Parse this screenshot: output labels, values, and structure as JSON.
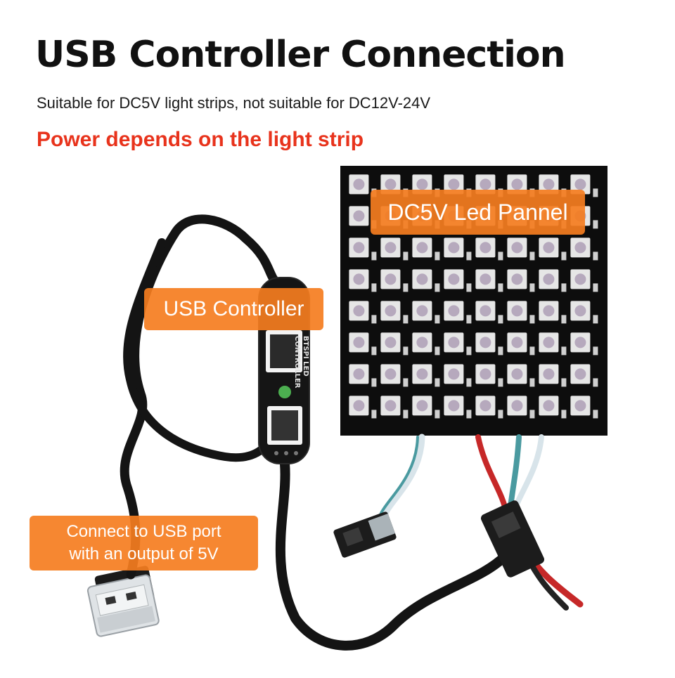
{
  "header": {
    "title": "USB Controller Connection",
    "subtitle": "Suitable for DC5V light strips, not suitable for DC12V-24V",
    "highlight": "Power depends on the light strip"
  },
  "labels": {
    "panel": "DC5V Led Pannel",
    "controller": "USB Controller",
    "usb_line1": "Connect to USB port",
    "usb_line2": "with an output of 5V"
  },
  "controller_device": {
    "line1": "BTSPI LED",
    "line2": "CONTROLLER"
  },
  "panel": {
    "rows": 8,
    "cols": 8
  },
  "colors": {
    "accent_red": "#e8331c",
    "label_orange": "#f57d20",
    "pcb": "#0d0d0d",
    "led": "#e6e6e6",
    "wire_red": "#c62828",
    "wire_teal": "#4a9aa0",
    "wire_light": "#d8e4ea"
  }
}
